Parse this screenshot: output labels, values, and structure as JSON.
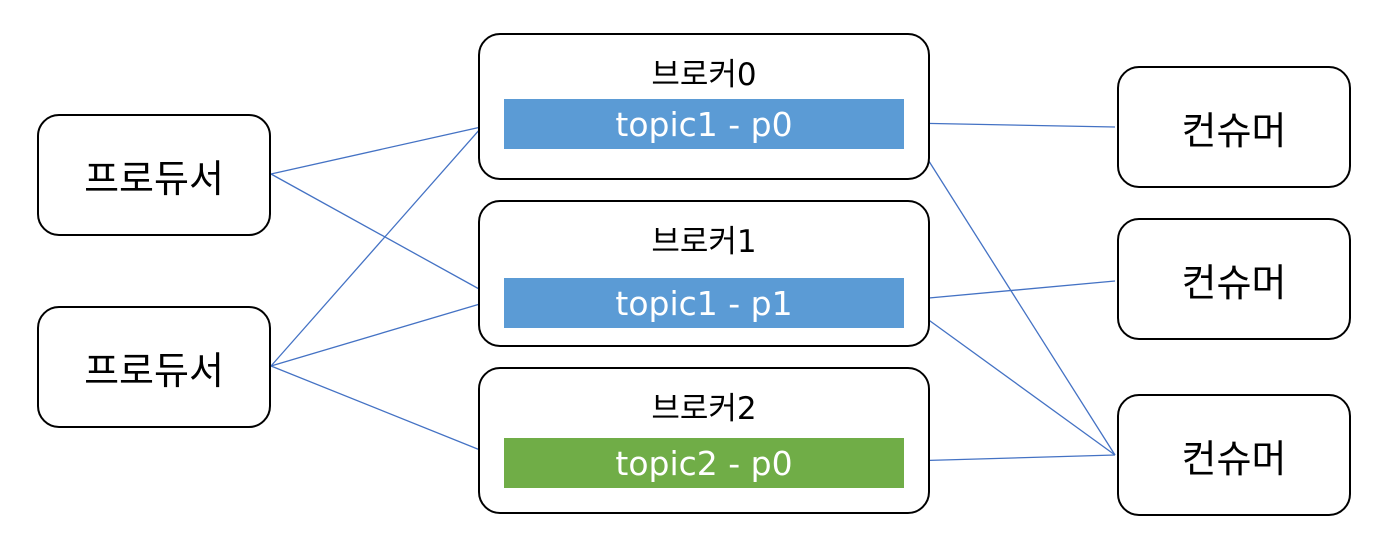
{
  "colors": {
    "connector": "#4472c4",
    "partition_topic1": "#5b9bd5",
    "partition_topic2": "#70ad47",
    "border": "#000000"
  },
  "producers": [
    {
      "label": "프로듀서"
    },
    {
      "label": "프로듀서"
    }
  ],
  "brokers": [
    {
      "title": "브로커0",
      "partition": {
        "label": "topic1 - p0",
        "color": "#5b9bd5"
      }
    },
    {
      "title": "브로커1",
      "partition": {
        "label": "topic1 - p1",
        "color": "#5b9bd5"
      }
    },
    {
      "title": "브로커2",
      "partition": {
        "label": "topic2 - p0",
        "color": "#70ad47"
      }
    }
  ],
  "consumers": [
    {
      "label": "컨슈머"
    },
    {
      "label": "컨슈머"
    },
    {
      "label": "컨슈머"
    }
  ],
  "connections": [
    {
      "from": "producer-1",
      "to": "topic1 - p0"
    },
    {
      "from": "producer-1",
      "to": "topic1 - p1"
    },
    {
      "from": "producer-2",
      "to": "topic1 - p0"
    },
    {
      "from": "producer-2",
      "to": "topic1 - p1"
    },
    {
      "from": "producer-2",
      "to": "topic2 - p0"
    },
    {
      "from": "consumer-1",
      "to": "topic1 - p0"
    },
    {
      "from": "consumer-2",
      "to": "topic1 - p1"
    },
    {
      "from": "consumer-3",
      "to": "topic1 - p0"
    },
    {
      "from": "consumer-3",
      "to": "topic1 - p1"
    },
    {
      "from": "consumer-3",
      "to": "topic2 - p0"
    }
  ]
}
